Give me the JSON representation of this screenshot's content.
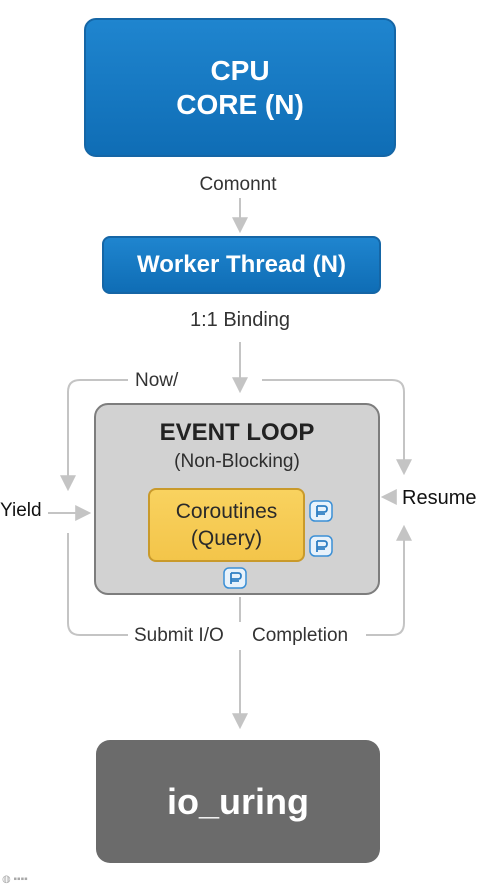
{
  "nodes": {
    "cpu_core": {
      "line1": "CPU",
      "line2": "CORE (N)"
    },
    "worker_thread": {
      "label": "Worker Thread (N)"
    },
    "event_loop": {
      "title": "EVENT LOOP",
      "subtitle": "(Non-Blocking)"
    },
    "coroutines": {
      "line1": "Coroutines",
      "line2": "(Query)"
    },
    "io_uring": {
      "label": "io_uring"
    }
  },
  "edge_labels": {
    "cpu_to_worker": "Comonnt",
    "worker_to_loop": "1:1 Binding",
    "top_left": "Now/",
    "left": "Yield",
    "right": "Resume",
    "bottom_left": "Submit I/O",
    "bottom_right": "Completion"
  },
  "icons": [
    "coroutine-icon",
    "coroutine-icon",
    "coroutine-icon"
  ],
  "colors": {
    "primary_blue": "#1677c5",
    "event_loop_fill": "#d2d2d2",
    "coroutine_fill": "#f6c94f",
    "io_uring_fill": "#6b6b6b",
    "connector": "#c4c4c4"
  }
}
